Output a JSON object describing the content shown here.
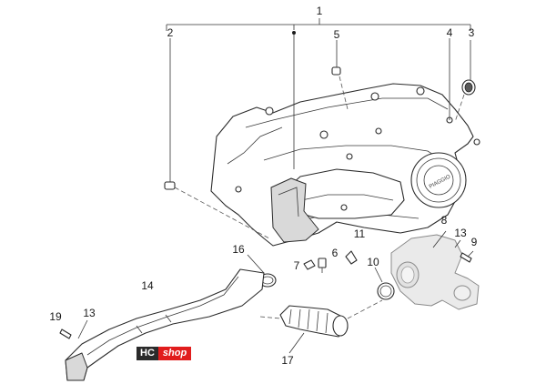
{
  "diagram": {
    "callouts": [
      {
        "id": "1",
        "label": "1"
      },
      {
        "id": "2",
        "label": "2"
      },
      {
        "id": "3",
        "label": "3"
      },
      {
        "id": "4",
        "label": "4"
      },
      {
        "id": "5",
        "label": "5"
      },
      {
        "id": "6",
        "label": "6"
      },
      {
        "id": "7",
        "label": "7"
      },
      {
        "id": "8",
        "label": "8"
      },
      {
        "id": "9",
        "label": "9"
      },
      {
        "id": "10",
        "label": "10"
      },
      {
        "id": "11",
        "label": "11"
      },
      {
        "id": "13a",
        "label": "13"
      },
      {
        "id": "13b",
        "label": "13"
      },
      {
        "id": "14",
        "label": "14"
      },
      {
        "id": "16",
        "label": "16"
      },
      {
        "id": "17",
        "label": "17"
      },
      {
        "id": "19",
        "label": "19"
      }
    ],
    "cover_brand": "PIAGGIO"
  },
  "watermark": {
    "part1": "HC",
    "part2": "shop"
  },
  "colors": {
    "line": "#2b2b2b",
    "watermark_red": "#e11d1d",
    "watermark_dark": "#2b2b2b"
  }
}
